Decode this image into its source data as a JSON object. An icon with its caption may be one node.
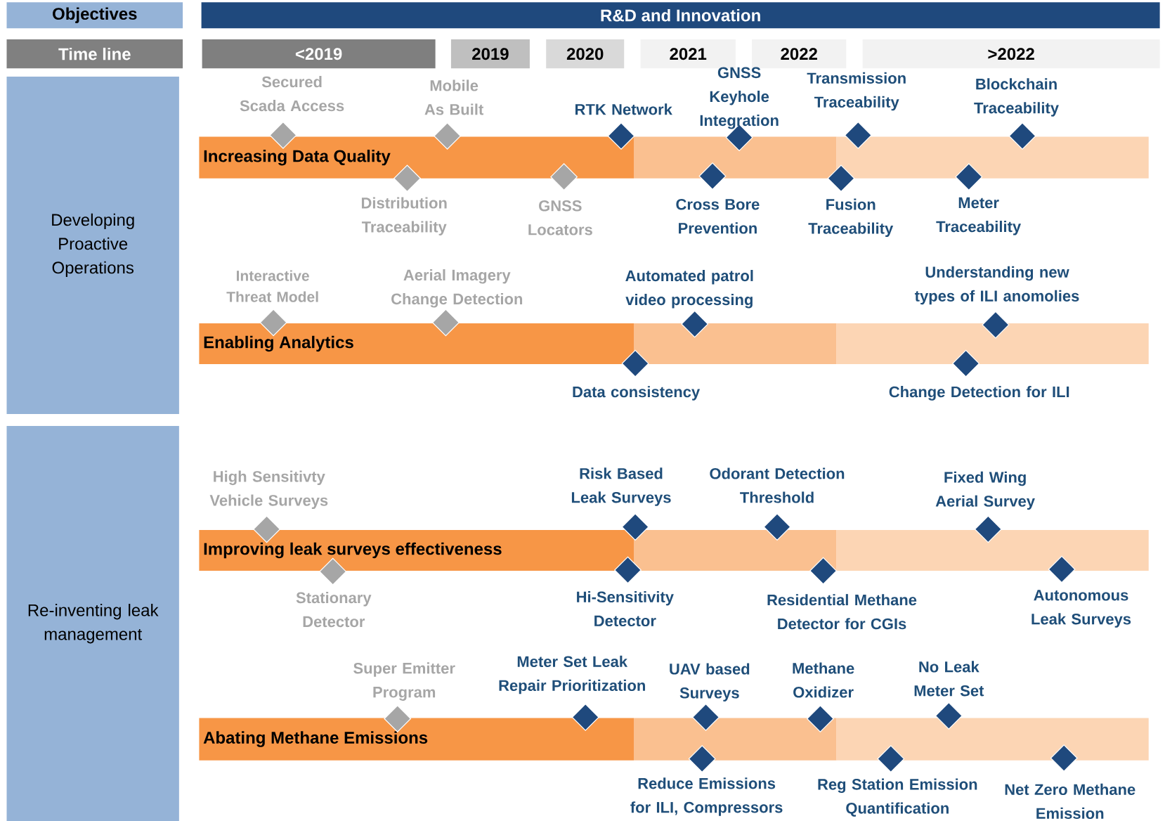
{
  "diagram": {
    "nodes": [
      {
        "text": [
          "Objectives"
        ]
      },
      {
        "text": [
          "R&D and Innovation"
        ]
      },
      {
        "text": [
          "Time line"
        ]
      },
      {
        "text": [
          "<2019"
        ]
      },
      {
        "text": [
          "2019"
        ]
      },
      {
        "text": [
          "2020"
        ]
      },
      {
        "text": [
          "2021"
        ]
      },
      {
        "text": [
          "2022"
        ]
      },
      {
        "text": [
          ">2022"
        ]
      },
      {
        "text": [
          "Developing Proactive Operations"
        ]
      },
      {
        "text": [
          "Re-inventing leak management"
        ]
      },
      {
        "text": [
          "Increasing Data Quality"
        ]
      },
      {
        "text": [
          "Enabling Analytics"
        ]
      },
      {
        "text": [
          "Improving leak surveys effectiveness"
        ]
      },
      {
        "text": [
          "Abating Methane Emissions"
        ]
      },
      {
        "text": [],
        "shape": "diamond",
        "beside": [
          "Secured Scada Access"
        ]
      },
      {
        "text": [],
        "shape": "diamond",
        "beside": [
          "Mobile As Built"
        ]
      },
      {
        "text": [],
        "shape": "diamond",
        "beside": [
          "RTK Network"
        ]
      },
      {
        "text": [],
        "shape": "diamond",
        "beside": [
          "GNSS Keyhole Integration"
        ]
      },
      {
        "text": [],
        "shape": "diamond",
        "beside": [
          "Transmission Traceability"
        ]
      },
      {
        "text": [],
        "shape": "diamond",
        "beside": [
          "Blockchain Traceability"
        ]
      },
      {
        "text": [],
        "shape": "diamond",
        "beside": [
          "Distribution Traceability"
        ]
      },
      {
        "text": [],
        "shape": "diamond",
        "beside": [
          "GNSS Locators"
        ]
      },
      {
        "text": [],
        "shape": "diamond",
        "beside": [
          "Cross Bore Prevention"
        ]
      },
      {
        "text": [],
        "shape": "diamond",
        "beside": [
          "Fusion Traceability"
        ]
      },
      {
        "text": [],
        "shape": "diamond",
        "beside": [
          "Meter Traceability"
        ]
      },
      {
        "text": [],
        "shape": "diamond",
        "beside": [
          "Interactive Threat Model"
        ]
      },
      {
        "text": [],
        "shape": "diamond",
        "beside": [
          "Aerial Imagery Change Detection"
        ]
      },
      {
        "text": [],
        "shape": "diamond",
        "beside": [
          "Automated patrol video processing"
        ]
      },
      {
        "text": [],
        "shape": "diamond",
        "beside": [
          "Understanding new types of ILI anomolies"
        ]
      },
      {
        "text": [],
        "shape": "diamond",
        "beside": [
          "Data consistency"
        ]
      },
      {
        "text": [],
        "shape": "diamond",
        "beside": [
          "Change Detection for ILI"
        ]
      },
      {
        "text": [],
        "shape": "diamond",
        "beside": [
          "High Sensitivty Vehicle Surveys"
        ]
      },
      {
        "text": [],
        "shape": "diamond",
        "beside": [
          "Risk Based Leak Surveys"
        ]
      },
      {
        "text": [],
        "shape": "diamond",
        "beside": [
          "Odorant Detection Threshold"
        ]
      },
      {
        "text": [],
        "shape": "diamond",
        "beside": [
          "Fixed Wing Aerial Survey"
        ]
      },
      {
        "text": [],
        "shape": "diamond",
        "beside": [
          "Stationary Detector"
        ]
      },
      {
        "text": [],
        "shape": "diamond",
        "beside": [
          "Hi-Sensitivity Detector"
        ]
      },
      {
        "text": [],
        "shape": "diamond",
        "beside": [
          "Residential Methane Detector for CGIs"
        ]
      },
      {
        "text": [],
        "shape": "diamond",
        "beside": [
          "Autonomous Leak Surveys"
        ]
      },
      {
        "text": [],
        "shape": "diamond",
        "beside": [
          "Super Emitter Program"
        ]
      },
      {
        "text": [],
        "shape": "diamond",
        "beside": [
          "Meter Set Leak Repair Prioritization"
        ]
      },
      {
        "text": [],
        "shape": "diamond",
        "beside": [
          "UAV based Surveys"
        ]
      },
      {
        "text": [],
        "shape": "diamond",
        "beside": [
          "Methane Oxidizer"
        ]
      },
      {
        "text": [],
        "shape": "diamond",
        "beside": [
          "No Leak Meter Set"
        ]
      },
      {
        "text": [],
        "shape": "diamond",
        "beside": [
          "Reduce Emissions for ILI, Compressors"
        ]
      },
      {
        "text": [],
        "shape": "diamond",
        "beside": [
          "Reg Station Emission Quantification"
        ]
      },
      {
        "text": [],
        "shape": "diamond",
        "beside": [
          "Net Zero Methane Emission"
        ]
      }
    ]
  }
}
